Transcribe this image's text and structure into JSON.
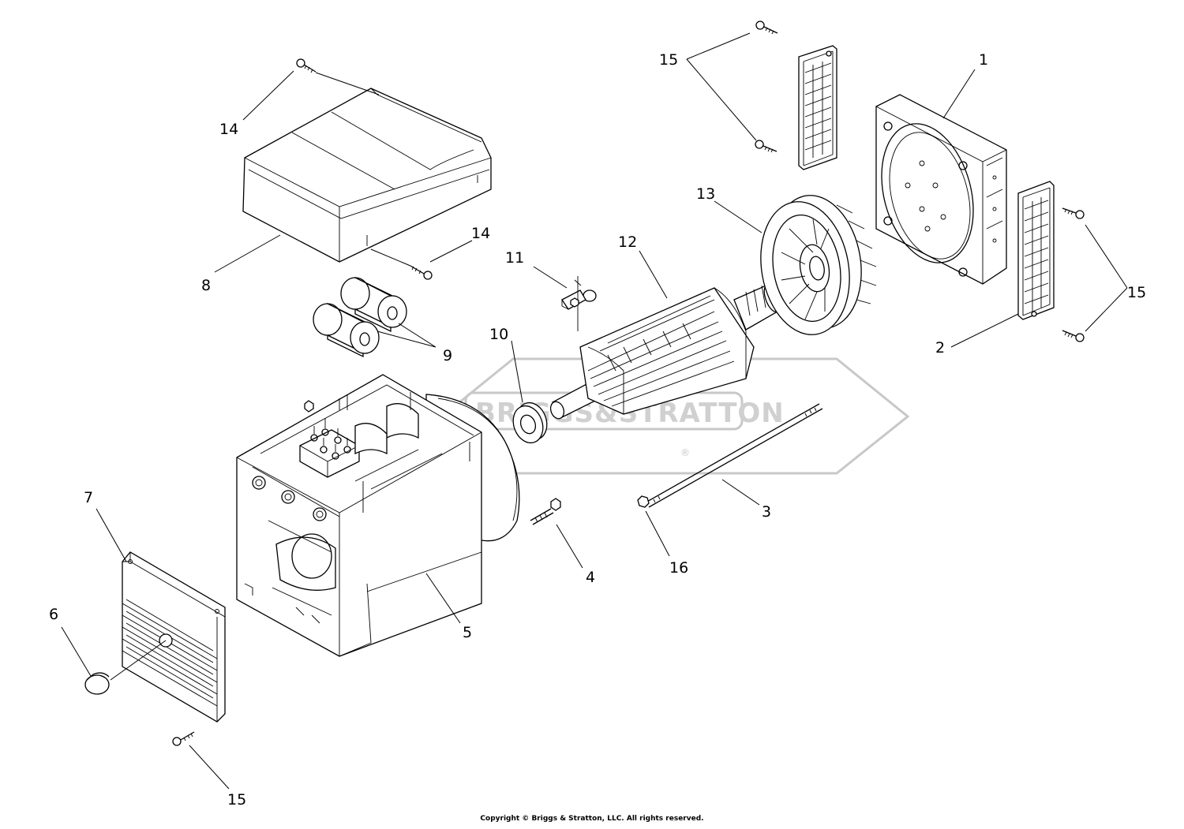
{
  "watermark": {
    "brand_text": "BRIGGS&STRATTON",
    "registered_mark": "®"
  },
  "callouts": [
    {
      "id": "c1",
      "label": "1"
    },
    {
      "id": "c2",
      "label": "2"
    },
    {
      "id": "c3",
      "label": "3"
    },
    {
      "id": "c4",
      "label": "4"
    },
    {
      "id": "c5",
      "label": "5"
    },
    {
      "id": "c6",
      "label": "6"
    },
    {
      "id": "c7",
      "label": "7"
    },
    {
      "id": "c8",
      "label": "8"
    },
    {
      "id": "c9",
      "label": "9"
    },
    {
      "id": "c10",
      "label": "10"
    },
    {
      "id": "c11",
      "label": "11"
    },
    {
      "id": "c12",
      "label": "12"
    },
    {
      "id": "c13",
      "label": "13"
    },
    {
      "id": "c14a",
      "label": "14"
    },
    {
      "id": "c14b",
      "label": "14"
    },
    {
      "id": "c15a",
      "label": "15"
    },
    {
      "id": "c15b",
      "label": "15"
    },
    {
      "id": "c15c",
      "label": "15"
    },
    {
      "id": "c16",
      "label": "16"
    }
  ],
  "footer": {
    "copyright": "Copyright © Briggs & Stratton, LLC. All rights reserved."
  }
}
